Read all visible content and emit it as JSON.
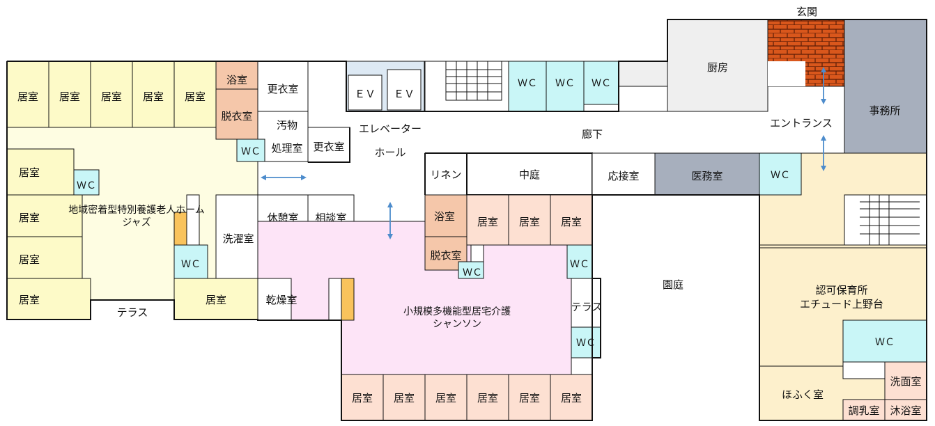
{
  "labels": {
    "genkan": "玄関",
    "chubo": "厨房",
    "jimusho": "事務所",
    "entrance": "エントランス",
    "roka": "廊下",
    "ev": "ＥＶ",
    "ev_hall_1": "エレベーター",
    "ev_hall_2": "ホール",
    "wc": "ＷＣ",
    "kyoshitsu": "居室",
    "yokushitsu": "浴室",
    "datsuishitsu": "脱衣室",
    "koishitsu": "更衣室",
    "obutsu": "汚物",
    "shorishitsu": "処理室",
    "jazz_1": "地域密着型特別養護老人ホーム",
    "jazz_2": "ジャズ",
    "sentakushitsu": "洗濯室",
    "kyukeishitsu": "休憩室",
    "sodanshitsu": "相談室",
    "terrace": "テラス",
    "kansoshitsu": "乾燥室",
    "rinen": "リネン",
    "nakaniwa": "中庭",
    "osetsushitsu": "応接室",
    "imushitsu": "医務室",
    "shokibo_1": "小規模多機能型居宅介護",
    "shokibo_2": "シャンソン",
    "enniwa": "園庭",
    "hoikusho_1": "認可保育所",
    "hoikusho_2": "エチュード上野台",
    "senmenshitsu": "洗面室",
    "hofukushitsu": "ほふく室",
    "chonyushitsu": "調乳室",
    "mokuyokushitsu": "沐浴室"
  },
  "colors": {
    "residential_room": "#fdfac8",
    "residential_floor": "#fefde2",
    "bath": "#f5c7aa",
    "chanson_room": "#fde0d2",
    "chanson_floor": "#fde4f7",
    "wc": "#c9f6f7",
    "elevator_hall": "#dde9f4",
    "kitchen": "#efefef",
    "gray_blue": "#a7afbd",
    "nursery": "#fdf0cc",
    "brick": "#d9571c",
    "orange": "#f9c35c",
    "arrow": "#4d8ccc"
  }
}
